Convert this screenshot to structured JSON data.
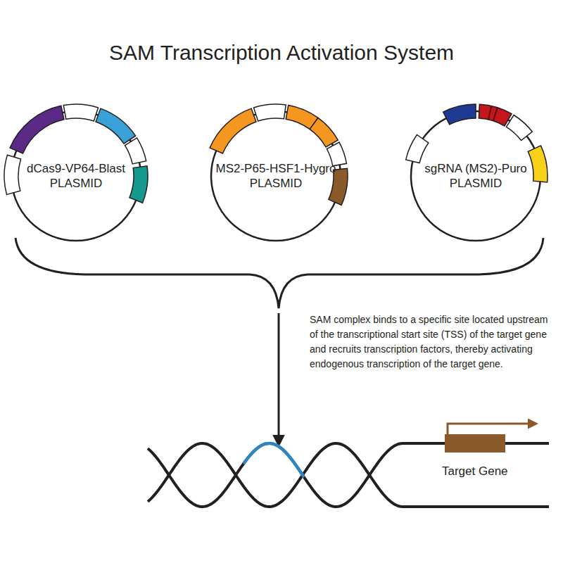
{
  "diagram": {
    "title": "SAM Transcription Activation System",
    "nodes": [
      {
        "text": [
          "dCas9-VP64-Blast PLASMID"
        ]
      },
      {
        "text": [
          "MS2-P65-HSF1-Hygro PLASMID"
        ]
      },
      {
        "text": [
          "sgRNA (MS2)-Puro PLASMID"
        ]
      }
    ],
    "labels": [
      "SAM complex binds to a specific site located upstream of the transcriptional start site (TSS) of the target gene and recruits transcription factors, thereby activating endogenous transcription of the target gene.",
      "Target Gene"
    ]
  }
}
